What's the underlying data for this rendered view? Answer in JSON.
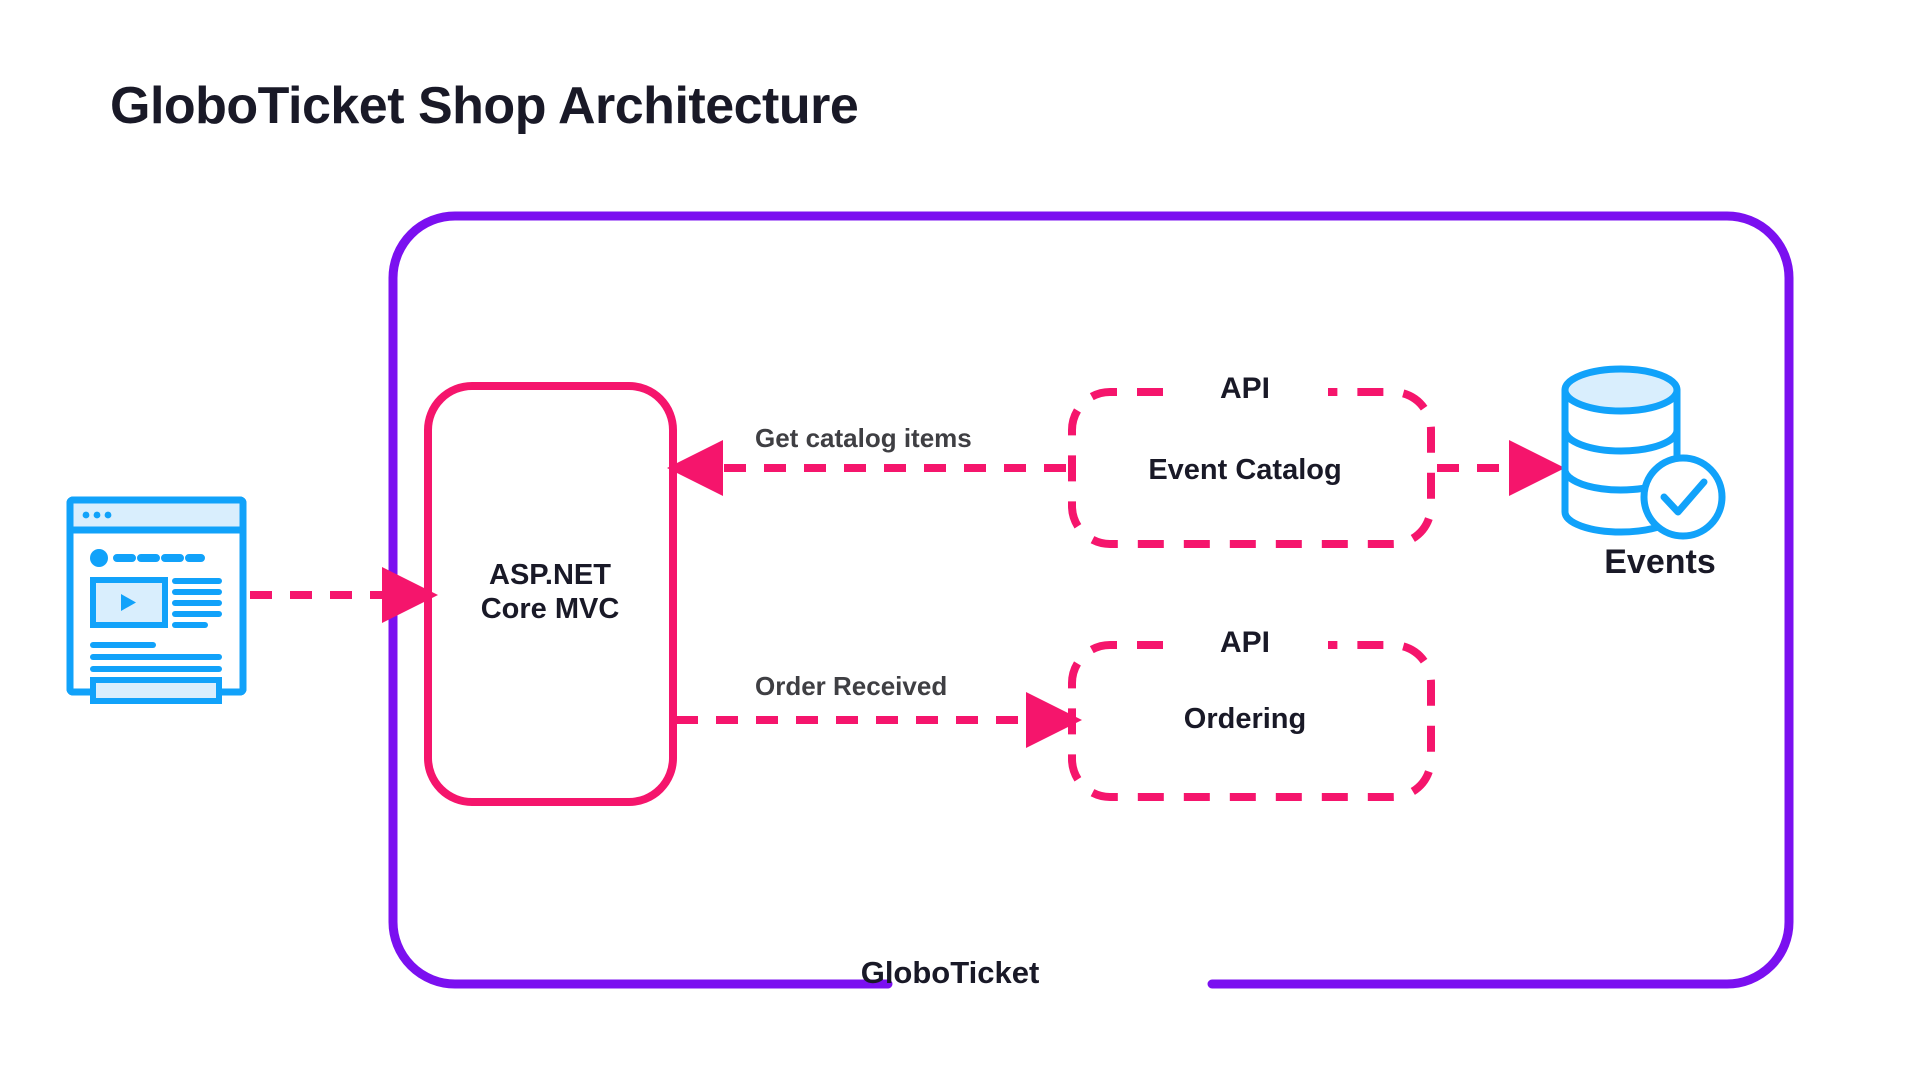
{
  "page": {
    "title": "GloboTicket Shop Architecture",
    "background": "#ffffff"
  },
  "colors": {
    "title_text": "#191927",
    "node_text": "#191927",
    "flow_label_text": "#3f3f43",
    "boundary_purple": "#7B10F0",
    "service_pink": "#F5156C",
    "arrow_pink": "#F5156C",
    "icon_blue": "#11A2FA",
    "icon_blue_fill": "#D9EEFD"
  },
  "boundary": {
    "name": "GloboTicket",
    "label": "GloboTicket",
    "style": "solid-rounded",
    "color": "#7B10F0"
  },
  "nodes": {
    "client": {
      "icon": "webpage-browser-icon",
      "label": "",
      "color": "#11A2FA"
    },
    "mvc": {
      "label_line1": "ASP.NET",
      "label_line2": "Core MVC",
      "style": "solid-rounded",
      "color": "#F5156C"
    },
    "event_catalog": {
      "tag": "API",
      "label": "Event Catalog",
      "style": "dashed-rounded",
      "color": "#F5156C"
    },
    "ordering": {
      "tag": "API",
      "label": "Ordering",
      "style": "dashed-rounded",
      "color": "#F5156C"
    },
    "events_db": {
      "icon": "database-check-icon",
      "label": "Events",
      "color": "#11A2FA"
    }
  },
  "flows": [
    {
      "id": "client-to-mvc",
      "label": "",
      "from": "client",
      "to": "mvc",
      "direction": "right",
      "style": "dashed",
      "color": "#F5156C"
    },
    {
      "id": "catalog-to-mvc",
      "label": "Get catalog items",
      "from": "event_catalog",
      "to": "mvc",
      "direction": "left",
      "style": "dashed",
      "color": "#F5156C"
    },
    {
      "id": "mvc-to-ordering",
      "label": "Order Received",
      "from": "mvc",
      "to": "ordering",
      "direction": "right",
      "style": "dashed",
      "color": "#F5156C"
    },
    {
      "id": "catalog-to-db",
      "label": "",
      "from": "event_catalog",
      "to": "events_db",
      "direction": "right",
      "style": "dashed",
      "color": "#F5156C"
    }
  ]
}
